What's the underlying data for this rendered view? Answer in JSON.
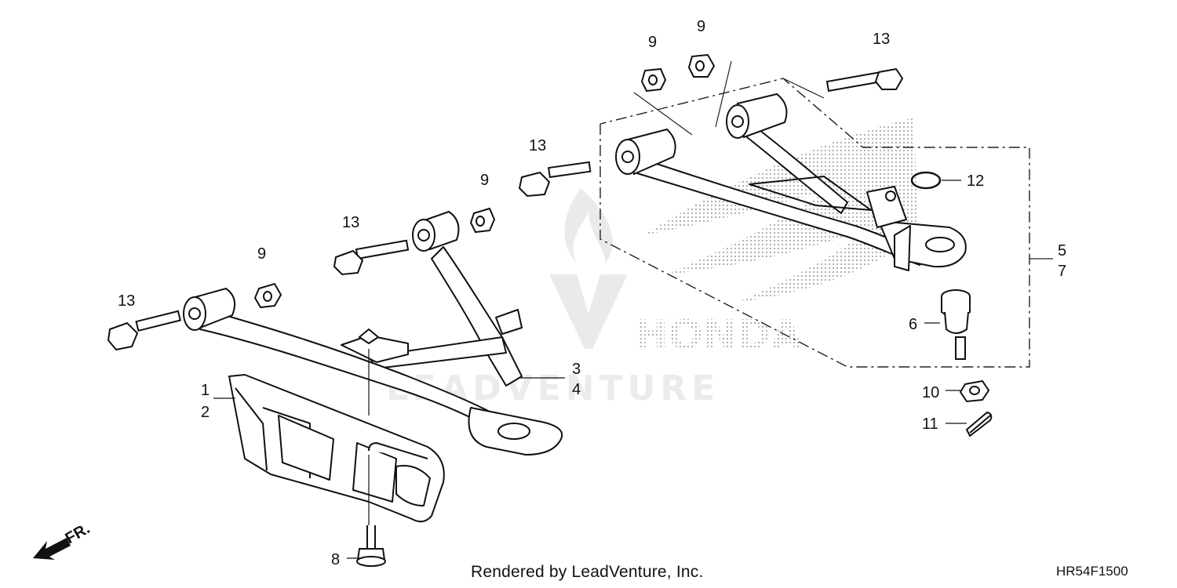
{
  "diagram": {
    "callouts": {
      "c1": "1",
      "c2": "2",
      "c3": "3",
      "c4": "4",
      "c5": "5",
      "c6": "6",
      "c7": "7",
      "c8": "8",
      "c9a": "9",
      "c9b": "9",
      "c9c": "9",
      "c9d": "9",
      "c10": "10",
      "c11": "11",
      "c12": "12",
      "c13a": "13",
      "c13b": "13",
      "c13c": "13",
      "c13d": "13"
    },
    "direction_label": "FR.",
    "watermark": {
      "brand": "HONDA",
      "dealer": "LEADVENTURE"
    }
  },
  "footer": {
    "rendered_by": "Rendered by LeadVenture, Inc.",
    "diagram_code": "HR54F1500"
  }
}
